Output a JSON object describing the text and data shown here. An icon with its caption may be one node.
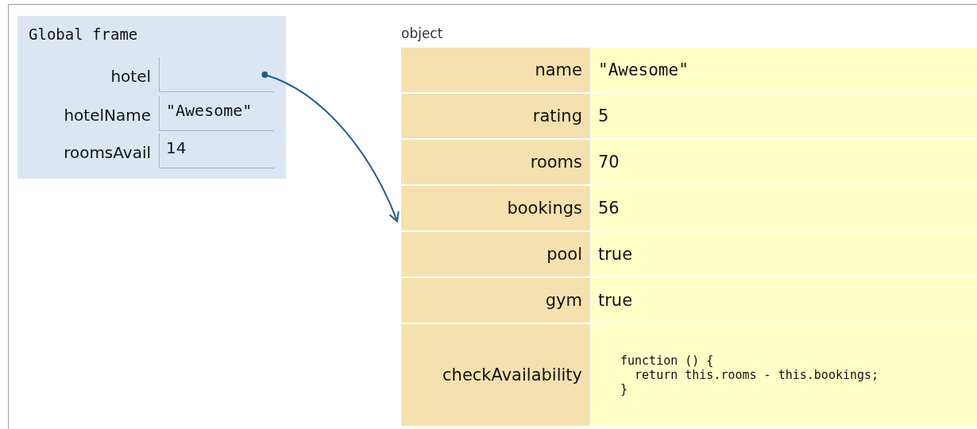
{
  "diagram": {
    "nodes": [
      {
        "text": [
          "Global frame",
          "hotel",
          "hotelName",
          "\"Awesome\"",
          "roomsAvail",
          "14"
        ]
      },
      {
        "text": [],
        "shape": "box",
        "in": 0
      },
      {
        "text": [
          "object",
          "name",
          "\"Awesome\"",
          "rating",
          "5",
          "rooms",
          "70",
          "bookings",
          "56",
          "pool",
          "true",
          "gym",
          "true",
          "checkAvailability",
          "function () { return this.rooms - this.bookings; }"
        ]
      }
    ],
    "edges": [
      {
        "from": 1,
        "to": 2,
        "arrow": "to"
      }
    ]
  }
}
